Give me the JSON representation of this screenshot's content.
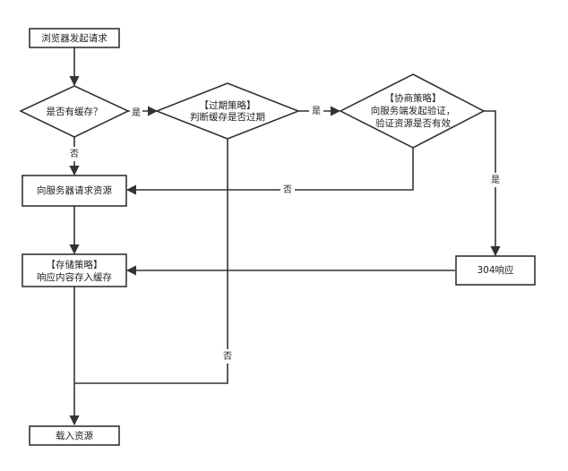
{
  "nodes": {
    "start": {
      "lines": [
        "浏览器发起请求"
      ]
    },
    "has_cache": {
      "lines": [
        "是否有缓存？"
      ]
    },
    "expire_check": {
      "lines": [
        "【过期策略】",
        "判断缓存是否过期"
      ]
    },
    "negotiate_check": {
      "lines": [
        "【协商策略】",
        "向服务端发起验证，",
        "验证资源是否有效"
      ]
    },
    "request_server": {
      "lines": [
        "向服务器请求资源"
      ]
    },
    "store_policy": {
      "lines": [
        "【存储策略】",
        "响应内容存入缓存"
      ]
    },
    "resp_304": {
      "lines": [
        "304响应"
      ]
    },
    "load_resource": {
      "lines": [
        "载入资源"
      ]
    }
  },
  "edge_labels": {
    "cache_yes": "是",
    "cache_no": "否",
    "expire_yes": "是",
    "expire_no": "否",
    "negotiate_yes": "是",
    "negotiate_no": "否"
  }
}
